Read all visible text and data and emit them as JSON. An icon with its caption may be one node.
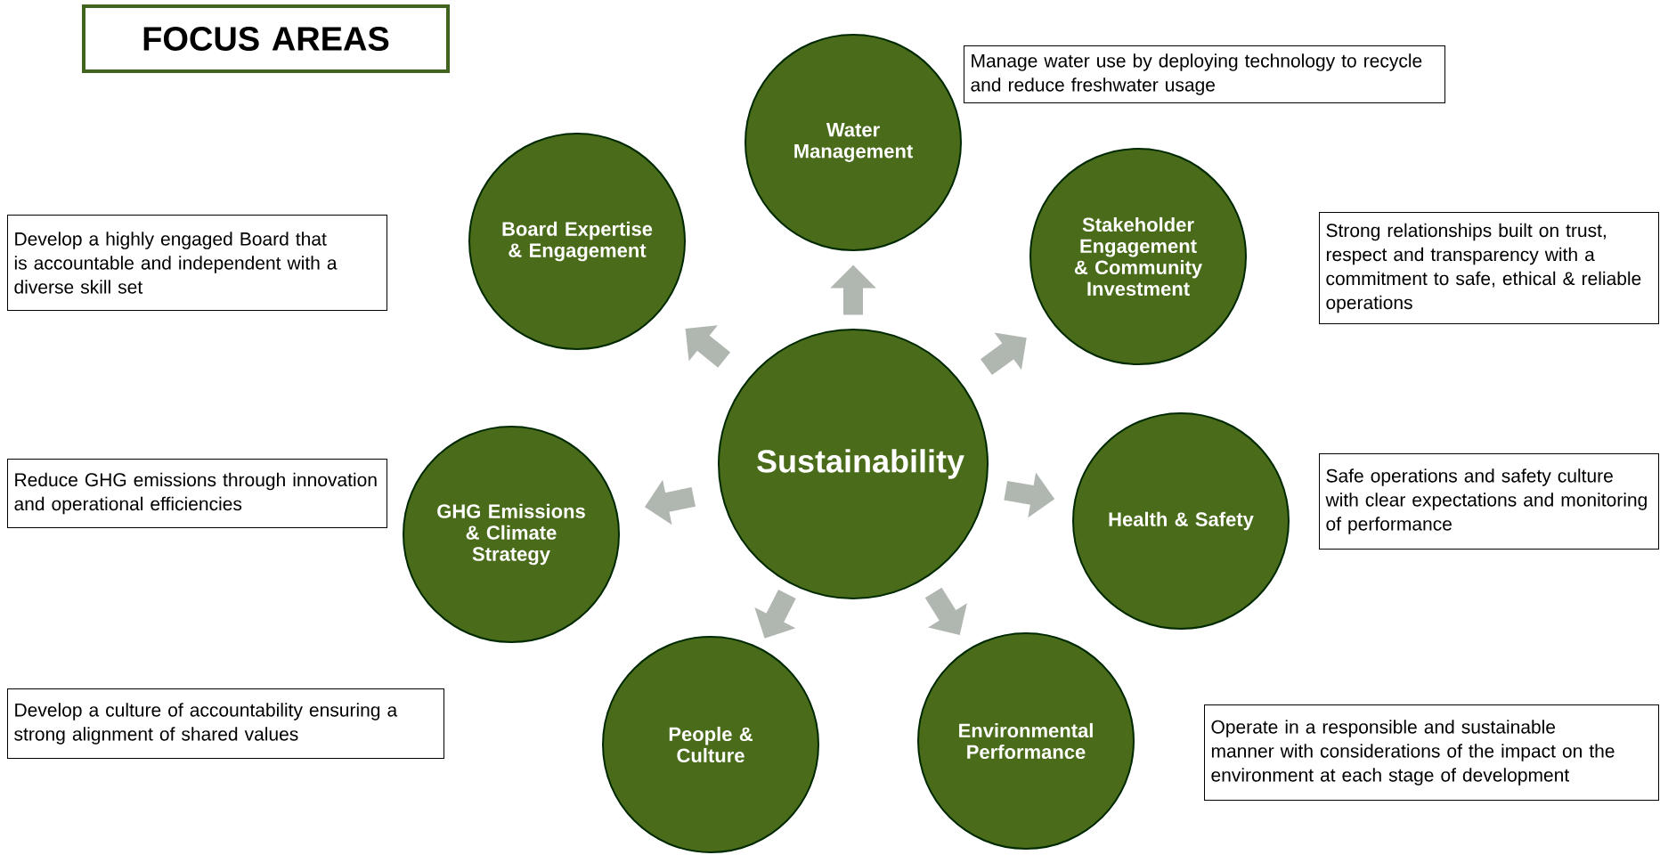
{
  "diagram": {
    "nodes": [
      {
        "text": [
          "FOCUS AREAS"
        ]
      },
      {
        "text": [
          "Sustainability"
        ]
      },
      {
        "text": [
          "Water Management"
        ]
      },
      {
        "text": [
          "Board Expertise & Engagement"
        ]
      },
      {
        "text": [
          "Stakeholder Engagement & Community Investment"
        ]
      },
      {
        "text": [
          "GHG Emissions & Climate Strategy"
        ]
      },
      {
        "text": [
          "Health & Safety"
        ]
      },
      {
        "text": [
          "People & Culture"
        ]
      },
      {
        "text": [
          "Environmental Performance"
        ]
      },
      {
        "text": [
          "Manage water use by deploying technology to recycle and reduce freshwater usage"
        ]
      },
      {
        "text": [
          "Develop a highly engaged Board that is accountable and independent with a diverse skill set"
        ]
      },
      {
        "text": [
          "Strong relationships built on trust, respect and transparency with a commitment to safe, ethical & reliable operations"
        ]
      },
      {
        "text": [
          "Reduce GHG emissions through innovation and operational efficiencies"
        ]
      },
      {
        "text": [
          "Safe operations and safety culture with clear expectations and monitoring of performance"
        ]
      },
      {
        "text": [
          "Develop a culture of accountability ensuring a strong alignment of shared values"
        ]
      },
      {
        "text": [
          "Operate in a responsible and sustainable manner with considerations of the impact on the environment at each stage of development"
        ]
      }
    ],
    "edges": [
      {
        "from": 1,
        "to": 2,
        "arrow": "to"
      },
      {
        "from": 1,
        "to": 3,
        "arrow": "to"
      },
      {
        "from": 1,
        "to": 4,
        "arrow": "to"
      },
      {
        "from": 1,
        "to": 5,
        "arrow": "to"
      },
      {
        "from": 1,
        "to": 6,
        "arrow": "to"
      },
      {
        "from": 1,
        "to": 7,
        "arrow": "to"
      },
      {
        "from": 1,
        "to": 8,
        "arrow": "to"
      }
    ]
  }
}
